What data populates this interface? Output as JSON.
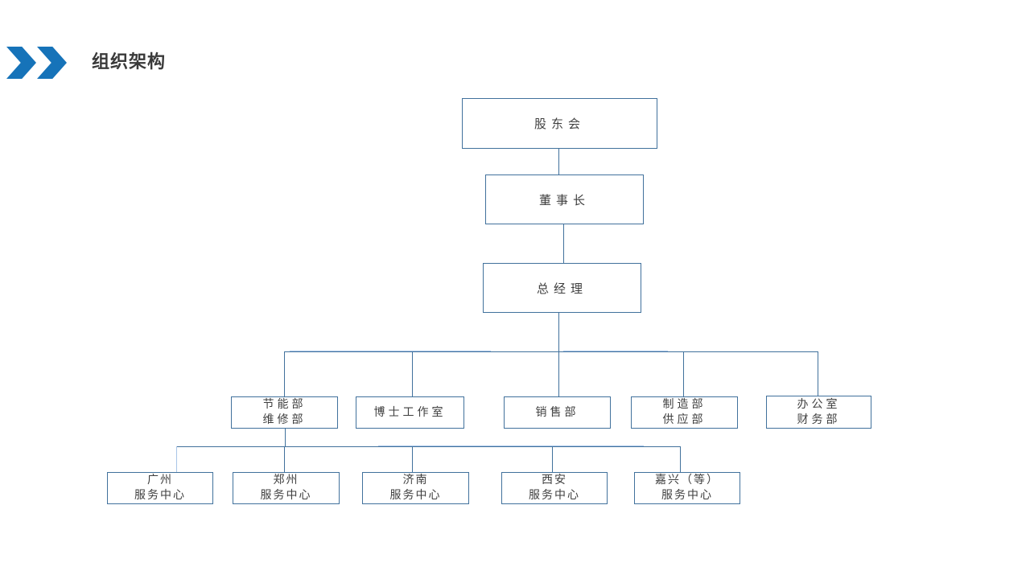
{
  "slide": {
    "title": "组织架构"
  },
  "colors": {
    "accent": "#1673b9",
    "box_border": "#41719C",
    "connector": "#41719C",
    "connector_light": "#A9C5E8",
    "text": "#3f3f3f",
    "title_text": "#3a3a3a",
    "background": "#ffffff"
  },
  "org_chart": {
    "nodes": [
      {
        "id": "shareholders",
        "line1": "股东会"
      },
      {
        "id": "chairman",
        "line1": "董事长"
      },
      {
        "id": "general-manager",
        "line1": "总经理"
      },
      {
        "id": "energy-maintenance",
        "line1": "节能部",
        "line2": "维修部"
      },
      {
        "id": "doctor-studio",
        "line1": "博士工作室"
      },
      {
        "id": "sales",
        "line1": "销售部"
      },
      {
        "id": "manufacturing-supply",
        "line1": "制造部",
        "line2": "供应部"
      },
      {
        "id": "office-finance",
        "line1": "办公室",
        "line2": "财务部"
      },
      {
        "id": "guangzhou-center",
        "line1": "广州",
        "line2": "服务中心"
      },
      {
        "id": "zhengzhou-center",
        "line1": "郑州",
        "line2": "服务中心"
      },
      {
        "id": "jinan-center",
        "line1": "济南",
        "line2": "服务中心"
      },
      {
        "id": "xian-center",
        "line1": "西安",
        "line2": "服务中心"
      },
      {
        "id": "jiaxing-center",
        "line1": "嘉兴（等）",
        "line2": "服务中心"
      }
    ]
  }
}
